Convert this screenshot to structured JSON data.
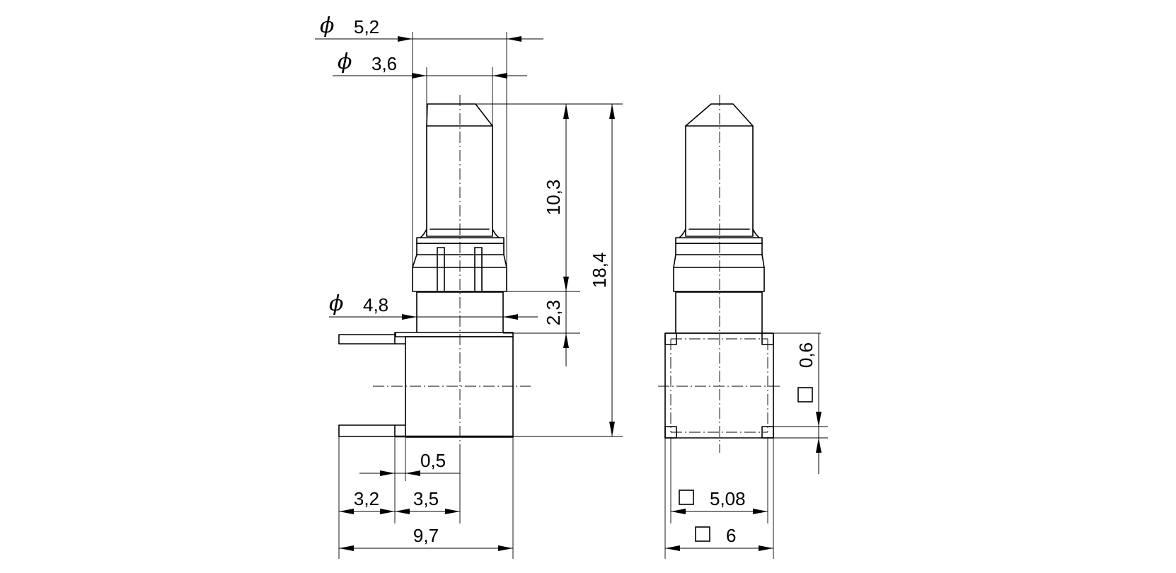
{
  "symbols": {
    "diameter": "ϕ"
  },
  "side_view": {
    "dia_tip": "5,2",
    "dia_body": "3,6",
    "dia_collar": "4,8",
    "len_plunger": "10,3",
    "len_collar": "2,3",
    "len_total": "18,4",
    "pin_offset": "0,5",
    "pin_length": "3,2",
    "pin_to_axis": "3,5",
    "width_total": "9,7"
  },
  "front_view": {
    "pin_square": "0,6",
    "pin_pitch": "5,08",
    "body_square": "6"
  }
}
